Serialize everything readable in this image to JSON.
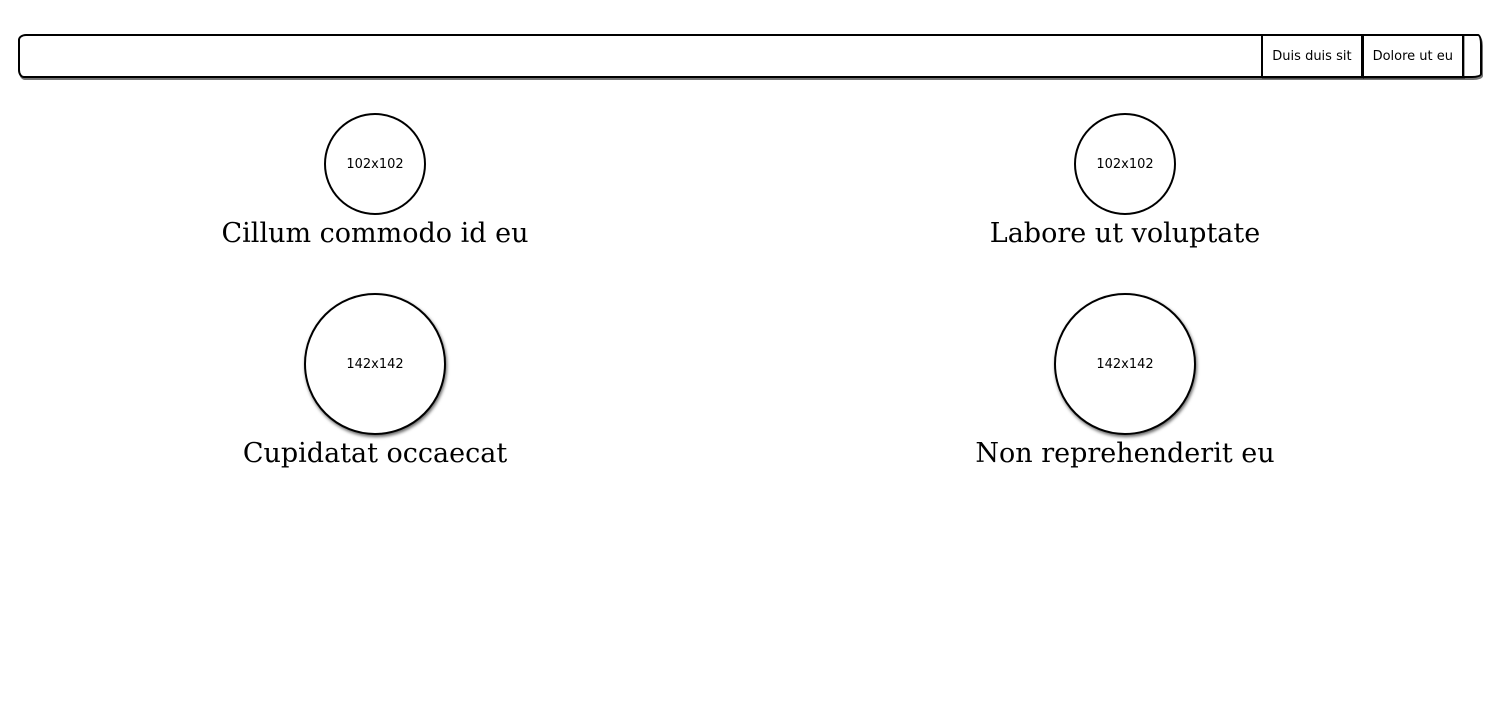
{
  "navbar": {
    "buttons": [
      "Duis duis sit",
      "Dolore ut eu"
    ]
  },
  "tiles": [
    {
      "image_label": "102x102",
      "caption": "Cillum commodo id eu"
    },
    {
      "image_label": "102x102",
      "caption": "Labore ut voluptate"
    },
    {
      "image_label": "142x142",
      "caption": "Cupidatat occaecat"
    },
    {
      "image_label": "142x142",
      "caption": "Non reprehenderit eu"
    }
  ]
}
